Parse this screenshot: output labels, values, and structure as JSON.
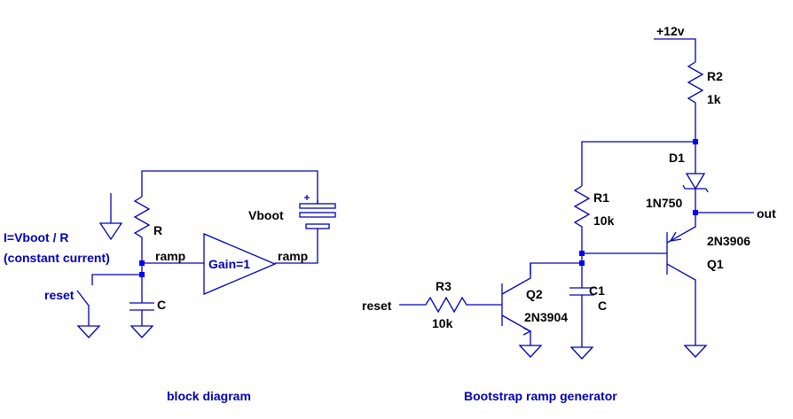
{
  "block": {
    "r_label": "R",
    "ramp_label": "ramp",
    "gain_label": "Gain=1",
    "vboot_label": "Vboot",
    "c_label": "C",
    "current_eq": "I=Vboot / R",
    "constant_current": "(constant current)",
    "reset_label": "reset"
  },
  "circuit": {
    "supply": "+12v",
    "r2": "R2",
    "r2_value": "1k",
    "d1": "D1",
    "d1_part": "1N750",
    "out": "out",
    "r1": "R1",
    "r1_value": "10k",
    "q1_part": "2N3906",
    "q1": "Q1",
    "c1": "C1",
    "c1_value": "C",
    "q2": "Q2",
    "q2_part": "2N3904",
    "r3": "R3",
    "r3_value": "10k",
    "reset": "reset"
  },
  "captions": {
    "block": "block diagram",
    "bootstrap": "Bootstrap ramp generator"
  },
  "colors": {
    "wire": "#0000b4",
    "node": "#0000ff",
    "text": "#000000",
    "caption": "#0000b4"
  }
}
